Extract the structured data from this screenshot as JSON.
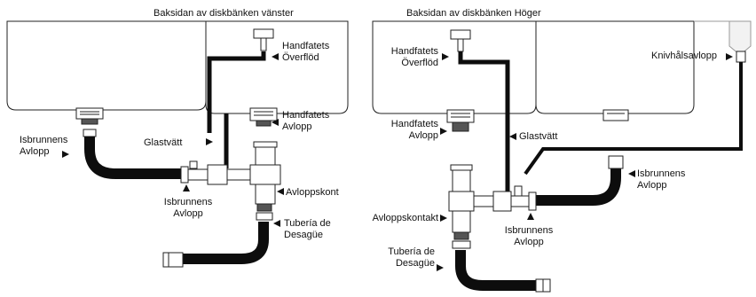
{
  "left": {
    "title": "Baksidan av diskbänken vänster",
    "labels": {
      "faucet_overflow_line1": "Handfatets",
      "faucet_overflow_line2": "Överflöd",
      "faucet_drain_line1": "Handfatets",
      "faucet_drain_line2": "Avlopp",
      "glass_washer": "Glastvätt",
      "ice_drain_a_line1": "Isbrunnens",
      "ice_drain_a_line2": "Avlopp",
      "ice_drain_b_line1": "Isbrunnens",
      "ice_drain_b_line2": "Avlopp",
      "drain_contact": "Avloppskont",
      "drain_pipe_line1": "Tubería de",
      "drain_pipe_line2": "Desagüe"
    }
  },
  "right": {
    "title": "Baksidan av diskbänken Höger",
    "labels": {
      "faucet_overflow_line1": "Handfatets",
      "faucet_overflow_line2": "Överflöd",
      "knife_drain": "Knivhålsavlopp",
      "faucet_drain_line1": "Handfatets",
      "faucet_drain_line2": "Avlopp",
      "glass_washer": "Glastvätt",
      "ice_drain_a_line1": "Isbrunnens",
      "ice_drain_a_line2": "Avlopp",
      "ice_drain_b_line1": "Isbrunnens",
      "ice_drain_b_line2": "Avlopp",
      "drain_contact": "Avloppskontakt",
      "drain_pipe_line1": "Tubería de",
      "drain_pipe_line2": "Desagüe"
    }
  },
  "colors": {
    "line": "#222222",
    "pipe": "#0d0d0d",
    "fitting": "#ffffff",
    "grid": "#999999"
  }
}
